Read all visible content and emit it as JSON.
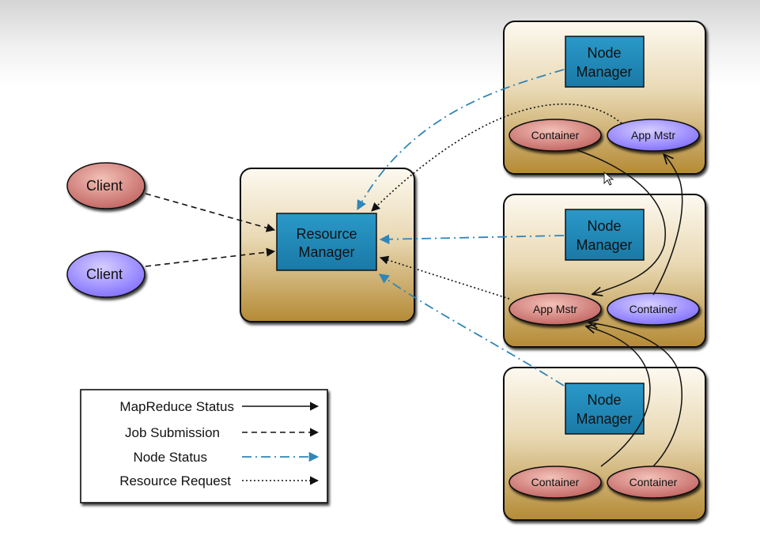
{
  "clients": [
    {
      "label": "Client",
      "color": "#c96a6a"
    },
    {
      "label": "Client",
      "color": "#8b7bff"
    }
  ],
  "resource_manager": {
    "label_line1": "Resource",
    "label_line2": "Manager"
  },
  "nodes": [
    {
      "manager_line1": "Node",
      "manager_line2": "Manager",
      "left_oval": {
        "label": "Container",
        "kind": "container"
      },
      "right_oval": {
        "label": "App Mstr",
        "kind": "app-master"
      }
    },
    {
      "manager_line1": "Node",
      "manager_line2": "Manager",
      "left_oval": {
        "label": "App Mstr",
        "kind": "app-master"
      },
      "right_oval": {
        "label": "Container",
        "kind": "container"
      }
    },
    {
      "manager_line1": "Node",
      "manager_line2": "Manager",
      "left_oval": {
        "label": "Container",
        "kind": "container"
      },
      "right_oval": {
        "label": "Container",
        "kind": "container"
      }
    }
  ],
  "legend": [
    {
      "label": "MapReduce Status",
      "style": "solid",
      "color": "#111111"
    },
    {
      "label": "Job Submission",
      "style": "dashed",
      "color": "#111111"
    },
    {
      "label": "Node Status",
      "style": "dash-dot",
      "color": "#2f86b8"
    },
    {
      "label": "Resource Request",
      "style": "dotted",
      "color": "#111111"
    }
  ],
  "colors": {
    "box_gradient_top": "#fbf6ea",
    "box_gradient_bottom": "#b88f3c",
    "manager_blue": "#1f86b5",
    "container_red": "#c96a6a",
    "app_master_purple": "#8b7bff",
    "node_status_blue": "#2f86b8"
  }
}
